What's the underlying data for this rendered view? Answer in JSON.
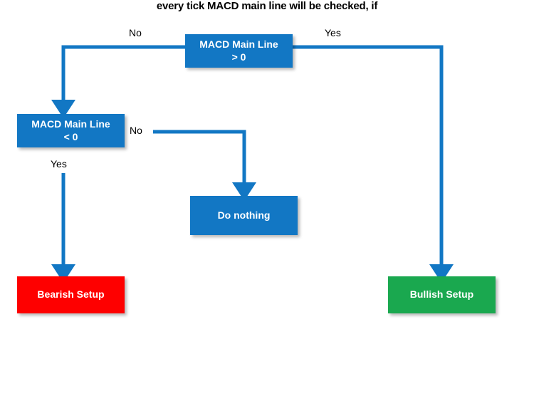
{
  "title": "every tick MACD main line will be checked, if",
  "colors": {
    "node_blue": "#1277c4",
    "node_red": "#fe0000",
    "node_green": "#1aa84f",
    "connector": "#1277c4",
    "node_text": "#ffffff",
    "label_text": "#000000",
    "background": "#ffffff"
  },
  "nodes": {
    "decision_gt": {
      "line1": "MACD Main Line",
      "line2": "> 0",
      "color": "#1277c4"
    },
    "decision_lt": {
      "line1": "MACD Main Line",
      "line2": "< 0",
      "color": "#1277c4"
    },
    "do_nothing": {
      "line1": "Do nothing",
      "color": "#1277c4"
    },
    "bearish": {
      "line1": "Bearish Setup",
      "color": "#fe0000"
    },
    "bullish": {
      "line1": "Bullish Setup",
      "color": "#1aa84f"
    }
  },
  "edges": {
    "gt_no": {
      "label": "No"
    },
    "gt_yes": {
      "label": "Yes"
    },
    "lt_no": {
      "label": "No"
    },
    "lt_yes": {
      "label": "Yes"
    }
  }
}
